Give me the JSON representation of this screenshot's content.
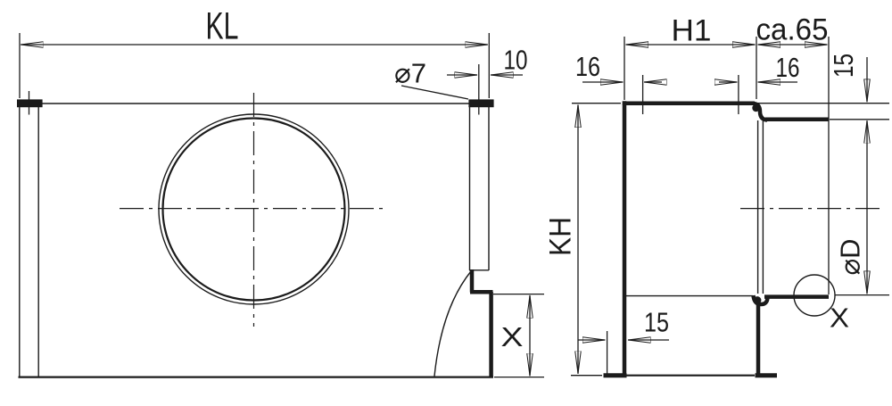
{
  "drawing": {
    "bg_color": "#ffffff",
    "ink_color": "#1b1b1b",
    "front_view": {
      "dim_overall_length": "KL",
      "dim_rod_diameter": "⌀7",
      "dim_rod_offset": "10",
      "dim_step_height": "X"
    },
    "side_view": {
      "dim_overall_height": "KH",
      "dim_top_width": "H1",
      "dim_tube_projection": "ca.65",
      "dim_inset_left": "16",
      "dim_inset_right": "16",
      "dim_step_down": "15",
      "dim_tube_diameter": "⌀D",
      "dim_foot_width": "15",
      "detail_marker": "X"
    }
  }
}
